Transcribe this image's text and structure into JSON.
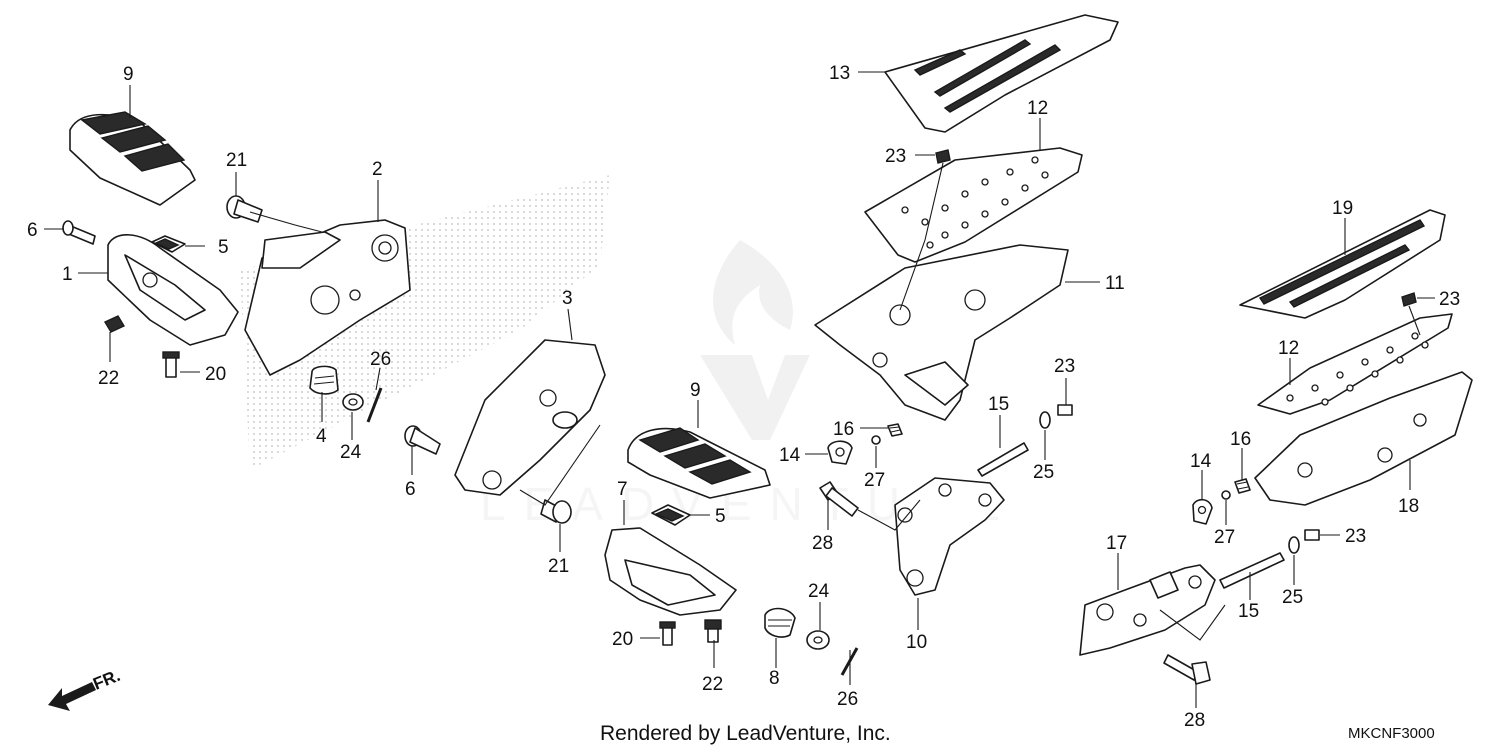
{
  "callouts": [
    {
      "id": "c9a",
      "label": "9"
    },
    {
      "id": "c21a",
      "label": "21"
    },
    {
      "id": "c2",
      "label": "2"
    },
    {
      "id": "c6a",
      "label": "6"
    },
    {
      "id": "c5a",
      "label": "5"
    },
    {
      "id": "c1",
      "label": "1"
    },
    {
      "id": "c22a",
      "label": "22"
    },
    {
      "id": "c20a",
      "label": "20"
    },
    {
      "id": "c26a",
      "label": "26"
    },
    {
      "id": "c4",
      "label": "4"
    },
    {
      "id": "c24a",
      "label": "24"
    },
    {
      "id": "c3",
      "label": "3"
    },
    {
      "id": "c6b",
      "label": "6"
    },
    {
      "id": "c21b",
      "label": "21"
    },
    {
      "id": "c9b",
      "label": "9"
    },
    {
      "id": "c7",
      "label": "7"
    },
    {
      "id": "c5b",
      "label": "5"
    },
    {
      "id": "c20b",
      "label": "20"
    },
    {
      "id": "c22b",
      "label": "22"
    },
    {
      "id": "c8",
      "label": "8"
    },
    {
      "id": "c24b",
      "label": "24"
    },
    {
      "id": "c26b",
      "label": "26"
    },
    {
      "id": "c13",
      "label": "13"
    },
    {
      "id": "c12a",
      "label": "12"
    },
    {
      "id": "c23a",
      "label": "23"
    },
    {
      "id": "c11",
      "label": "11"
    },
    {
      "id": "c16a",
      "label": "16"
    },
    {
      "id": "c14a",
      "label": "14"
    },
    {
      "id": "c27a",
      "label": "27"
    },
    {
      "id": "c15a",
      "label": "15"
    },
    {
      "id": "c23b",
      "label": "23"
    },
    {
      "id": "c25a",
      "label": "25"
    },
    {
      "id": "c28a",
      "label": "28"
    },
    {
      "id": "c10",
      "label": "10"
    },
    {
      "id": "c19",
      "label": "19"
    },
    {
      "id": "c23c",
      "label": "23"
    },
    {
      "id": "c12b",
      "label": "12"
    },
    {
      "id": "c16b",
      "label": "16"
    },
    {
      "id": "c14b",
      "label": "14"
    },
    {
      "id": "c27b",
      "label": "27"
    },
    {
      "id": "c18",
      "label": "18"
    },
    {
      "id": "c17",
      "label": "17"
    },
    {
      "id": "c23d",
      "label": "23"
    },
    {
      "id": "c15b",
      "label": "15"
    },
    {
      "id": "c25b",
      "label": "25"
    },
    {
      "id": "c28b",
      "label": "28"
    }
  ],
  "front_indicator": "FR.",
  "credit": "Rendered by LeadVenture, Inc.",
  "diagram_code": "MKCNF3000",
  "colors": {
    "line": "#1a1a1a",
    "watermark": "#e6e6e6",
    "halftone": "#cfcfcf"
  }
}
